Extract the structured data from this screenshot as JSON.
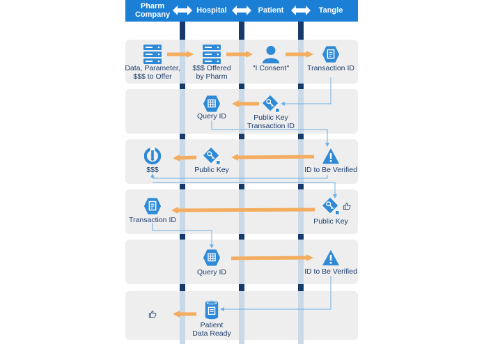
{
  "lanes": [
    {
      "line1": "Pharm",
      "line2": "Company"
    },
    {
      "line1": "Hospital",
      "line2": ""
    },
    {
      "line1": "Patient",
      "line2": ""
    },
    {
      "line1": "Tangle",
      "line2": ""
    }
  ],
  "rows": [
    {
      "row_name": "offer",
      "items": [
        {
          "icon": "server-icon",
          "lines": [
            "Data, Parameter,",
            "$$$ to Offer"
          ]
        },
        {
          "icon": "server-icon",
          "lines": [
            "$$$ Offered",
            "by Pharm"
          ]
        },
        {
          "icon": "person-icon",
          "lines": [
            "\"I Consent\""
          ]
        },
        {
          "icon": "transaction-hexagon-icon",
          "lines": [
            "Transaction ID"
          ]
        }
      ]
    },
    {
      "row_name": "query",
      "items": [
        {
          "icon": "query-grid-hexagon-icon",
          "lines": [
            "Query ID"
          ]
        },
        {
          "icon": "public-key-diamond-icon",
          "lines": [
            "Public Key",
            "Transaction ID"
          ]
        }
      ]
    },
    {
      "row_name": "verify",
      "items": [
        {
          "icon": "payment-icon",
          "lines": [
            "$$$"
          ]
        },
        {
          "icon": "public-key-diamond-icon",
          "lines": [
            "Public Key"
          ]
        },
        {
          "icon": "warning-triangle-icon",
          "lines": [
            "ID to Be Verified"
          ]
        }
      ]
    },
    {
      "row_name": "transaction",
      "items": [
        {
          "icon": "transaction-hexagon-icon",
          "lines": [
            "Transaction ID"
          ]
        },
        {
          "icon": "public-key-diamond-icon",
          "lines": [
            "Public Key"
          ]
        },
        {
          "icon": "thumbs-up-icon",
          "lines": []
        }
      ]
    },
    {
      "row_name": "query-verify",
      "items": [
        {
          "icon": "query-grid-hexagon-icon",
          "lines": [
            "Query ID"
          ]
        },
        {
          "icon": "warning-triangle-icon",
          "lines": [
            "ID to Be Verified"
          ]
        }
      ]
    },
    {
      "row_name": "ready",
      "items": [
        {
          "icon": "thumbs-up-icon",
          "lines": []
        },
        {
          "icon": "patient-data-icon",
          "lines": [
            "Patient",
            "Data Ready"
          ]
        }
      ]
    }
  ],
  "colors": {
    "header": "#1b7fd6",
    "lane_line": "#c9d9e8",
    "lane_line_dark": "#173a6a",
    "row_band": "#eeeeee",
    "icon": "#2e89d6",
    "arrow": "#f4ac5e",
    "connector": "#6fb0e6",
    "text": "#1e3d6b"
  }
}
